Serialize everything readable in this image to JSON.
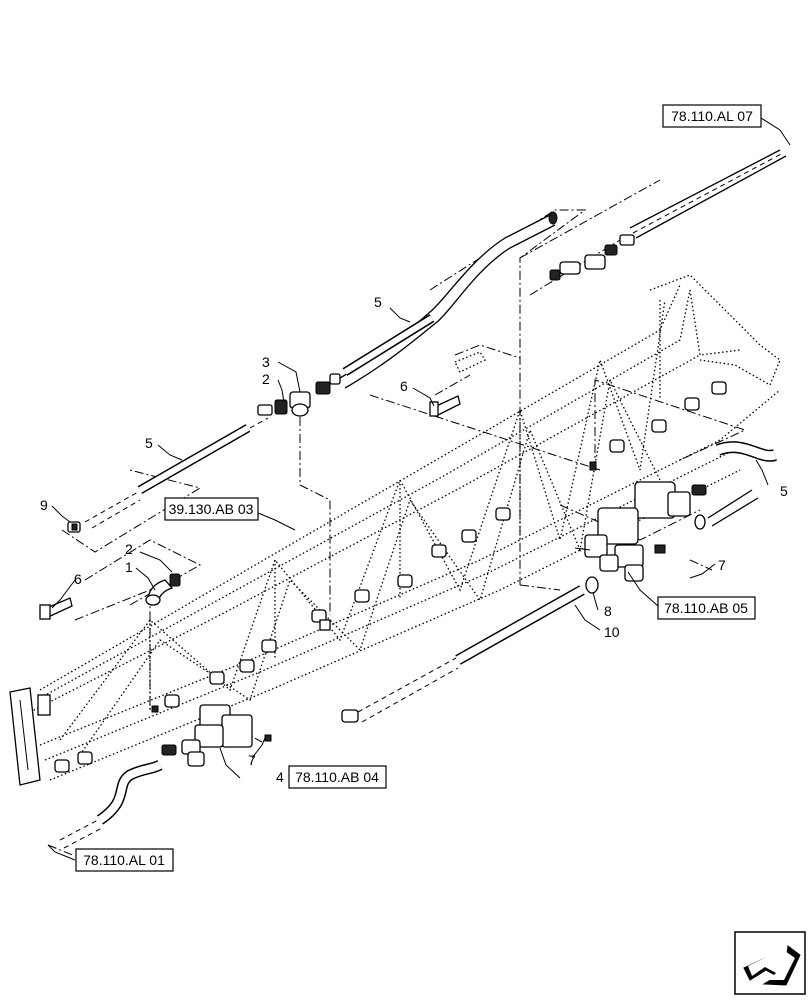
{
  "references": {
    "al07": "78.110.AL 07",
    "ab03": "39.130.AB 03",
    "ab05": "78.110.AB 05",
    "ab04": "78.110.AB 04",
    "al01": "78.110.AL 01"
  },
  "callouts": {
    "c1": "1",
    "c2a": "2",
    "c2b": "2",
    "c3": "3",
    "c4": "4",
    "c5a": "5",
    "c5b": "5",
    "c5c": "5",
    "c6a": "6",
    "c6b": "6",
    "c7a": "7",
    "c7b": "7",
    "c8": "8",
    "c9": "9",
    "c10": "10"
  },
  "nav_icon": "next-page-arrow-icon"
}
